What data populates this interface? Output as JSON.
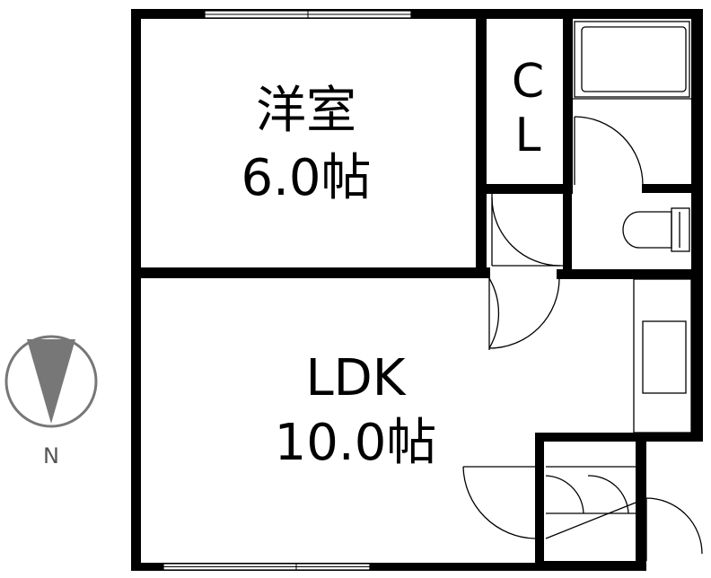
{
  "floor_plan": {
    "rooms": [
      {
        "id": "western-room",
        "name": "洋室",
        "size": "6.0帖"
      },
      {
        "id": "closet",
        "name": "C",
        "name2": "L"
      },
      {
        "id": "ldk",
        "name": "LDK",
        "size": "10.0帖"
      }
    ],
    "compass": {
      "label": "N",
      "icon": "north-arrow-icon"
    },
    "colors": {
      "wall": "#000000",
      "line": "#000000",
      "compass_fill": "#777777",
      "compass_stroke": "#777777"
    }
  }
}
